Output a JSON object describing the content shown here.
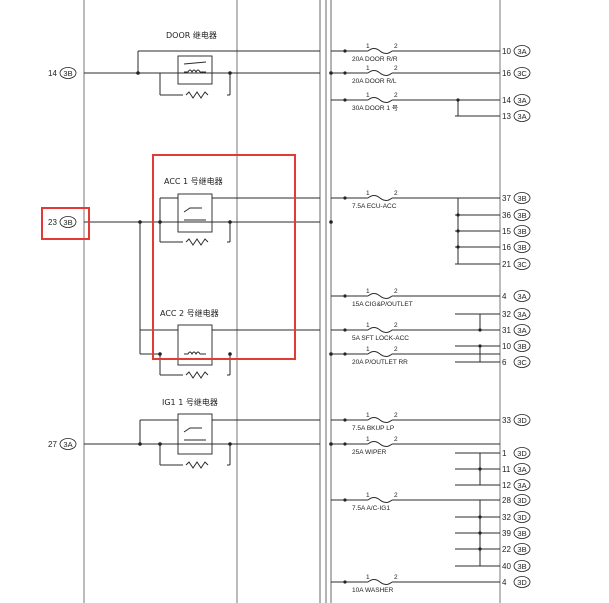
{
  "relays": [
    {
      "id": "door",
      "label": "DOOR 继电器"
    },
    {
      "id": "acc1",
      "label": "ACC 1 号继电器"
    },
    {
      "id": "acc2",
      "label": "ACC 2 号继电器"
    },
    {
      "id": "ig1",
      "label": "IG1 1 号继电器"
    }
  ],
  "inputs": [
    {
      "pin": "14",
      "conn": "3B"
    },
    {
      "pin": "23",
      "conn": "3B"
    },
    {
      "pin": "27",
      "conn": "3A"
    }
  ],
  "fuse_pins": {
    "in": "1",
    "out": "2"
  },
  "fuses": [
    {
      "label": "20A DOOR R/R"
    },
    {
      "label": "20A DOOR R/L"
    },
    {
      "label": "30A DOOR 1 号"
    },
    {
      "label": "7.5A ECU-ACC"
    },
    {
      "label": "15A CIG&P/OUTLET"
    },
    {
      "label": "5A SFT LOCK-ACC"
    },
    {
      "label": "20A P/OUTLET RR"
    },
    {
      "label": "7.5A BKUP LP"
    },
    {
      "label": "25A WIPER"
    },
    {
      "label": "7.5A A/C-IG1"
    },
    {
      "label": "10A WASHER"
    }
  ],
  "outputs": [
    {
      "pin": "10",
      "conn": "3A"
    },
    {
      "pin": "16",
      "conn": "3C"
    },
    {
      "pin": "14",
      "conn": "3A"
    },
    {
      "pin": "13",
      "conn": "3A"
    },
    {
      "pin": "37",
      "conn": "3B"
    },
    {
      "pin": "36",
      "conn": "3B"
    },
    {
      "pin": "15",
      "conn": "3B"
    },
    {
      "pin": "16",
      "conn": "3B"
    },
    {
      "pin": "21",
      "conn": "3C"
    },
    {
      "pin": "4",
      "conn": "3A"
    },
    {
      "pin": "32",
      "conn": "3A"
    },
    {
      "pin": "31",
      "conn": "3A"
    },
    {
      "pin": "10",
      "conn": "3B"
    },
    {
      "pin": "6",
      "conn": "3C"
    },
    {
      "pin": "33",
      "conn": "3D"
    },
    {
      "pin": "1",
      "conn": "3D"
    },
    {
      "pin": "11",
      "conn": "3A"
    },
    {
      "pin": "12",
      "conn": "3A"
    },
    {
      "pin": "28",
      "conn": "3D"
    },
    {
      "pin": "32",
      "conn": "3D"
    },
    {
      "pin": "39",
      "conn": "3B"
    },
    {
      "pin": "22",
      "conn": "3B"
    },
    {
      "pin": "40",
      "conn": "3B"
    },
    {
      "pin": "4",
      "conn": "3D"
    }
  ],
  "colors": {
    "highlight": "#e53935",
    "line": "#2b2b2b"
  }
}
